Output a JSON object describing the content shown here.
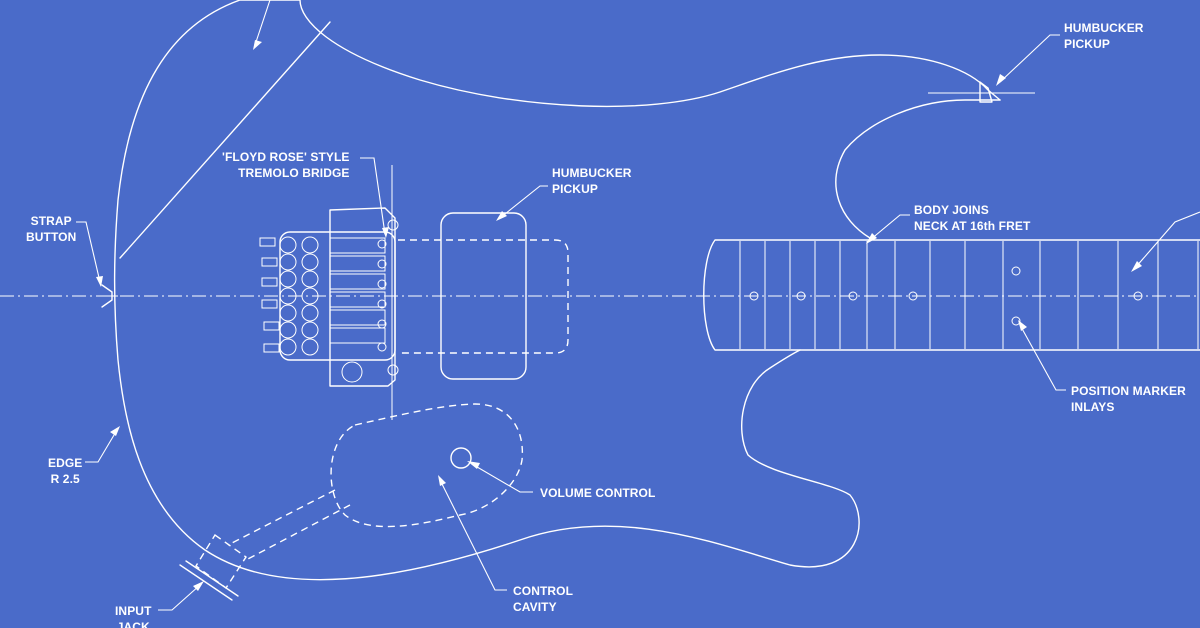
{
  "colors": {
    "background": "#4a6bc9",
    "line": "#ffffff"
  },
  "labels": {
    "humbucker_top": "HUMBUCKER\nPICKUP",
    "humbucker_mid": "HUMBUCKER\nPICKUP",
    "floyd_rose": "'FLOYD ROSE' STYLE\nTREMOLO BRIDGE",
    "strap_button": "STRAP\nBUTTON",
    "body_joins_neck": "BODY JOINS\nNECK AT 16th FRET",
    "edge": "EDGE\nR 2.5",
    "volume_control": "VOLUME CONTROL",
    "position_marker": "POSITION MARKER\nINLAYS",
    "control_cavity": "CONTROL\nCAVITY",
    "input_jack": "INPUT\nJACK"
  }
}
